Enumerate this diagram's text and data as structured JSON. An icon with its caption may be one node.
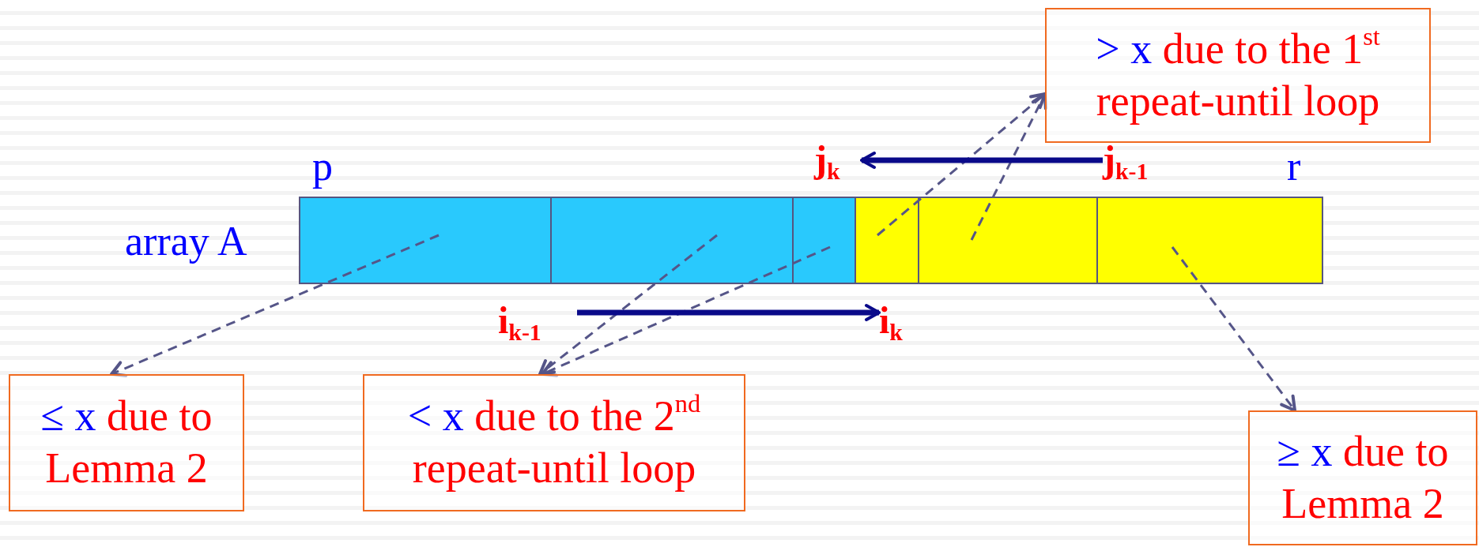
{
  "diagram": {
    "nodes": [
      {
        "text": [
          "> x",
          "due to the 1$^{st}$ repeat-until loop"
        ]
      },
      {
        "text": [
          "j$_{k}$"
        ]
      },
      {
        "text": [
          "j$_{k-1}$"
        ]
      },
      {
        "text": [],
        "shape": "box"
      },
      {
        "text": [],
        "shape": "box"
      },
      {
        "text": [],
        "shape": "box"
      },
      {
        "text": [],
        "shape": "box"
      },
      {
        "text": [],
        "shape": "box"
      },
      {
        "text": [],
        "shape": "box"
      },
      {
        "text": [
          "i$_{k-1}$"
        ]
      },
      {
        "text": [
          "i$_{k}$"
        ]
      },
      {
        "text": [
          "≤ x",
          "due to Lemma 2"
        ]
      },
      {
        "text": [
          "< x",
          "due to the 2$^{nd}$ repeat-until loop"
        ]
      },
      {
        "text": [
          "≥ x",
          "due to Lemma 2"
        ]
      }
    ],
    "edges": [
      {
        "from": 3,
        "to": 11,
        "arrow": "to",
        "style": "dashed",
        "color": "#555588"
      },
      {
        "from": 4,
        "to": 12,
        "arrow": "to",
        "style": "dashed",
        "color": "#555588"
      },
      {
        "from": 5,
        "to": 12,
        "arrow": "to",
        "style": "dashed",
        "color": "#555588"
      },
      {
        "from": 6,
        "to": 0,
        "arrow": "to",
        "style": "dashed",
        "color": "#555588"
      },
      {
        "from": 7,
        "to": 0,
        "arrow": "to",
        "style": "dashed",
        "color": "#555588"
      },
      {
        "from": 8,
        "to": 13,
        "arrow": "to",
        "style": "dashed",
        "color": "#555588"
      },
      {
        "from": 2,
        "to": 1,
        "arrow": "to",
        "style": "thick",
        "color": "#0a0a8a"
      },
      {
        "from": 9,
        "to": 10,
        "arrow": "to",
        "style": "thick",
        "color": "#0a0a8a"
      }
    ],
    "labels": [
      "p",
      "r",
      "array A"
    ]
  }
}
